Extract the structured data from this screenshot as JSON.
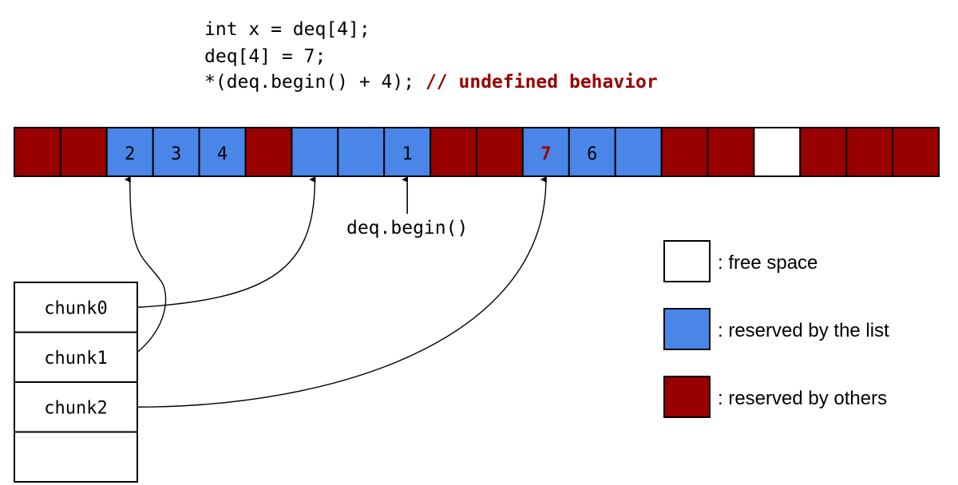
{
  "code": {
    "lines": [
      {
        "text": "int x = deq[4];"
      },
      {
        "text": "deq[4] = 7;"
      },
      {
        "text": "*(deq.begin() + 4); ",
        "comment": "// undefined behavior"
      }
    ]
  },
  "memory": {
    "cells": [
      {
        "kind": "others",
        "label": ""
      },
      {
        "kind": "others",
        "label": ""
      },
      {
        "kind": "list",
        "label": "2"
      },
      {
        "kind": "list",
        "label": "3"
      },
      {
        "kind": "list",
        "label": "4"
      },
      {
        "kind": "others",
        "label": ""
      },
      {
        "kind": "list",
        "label": ""
      },
      {
        "kind": "list",
        "label": ""
      },
      {
        "kind": "list",
        "label": "1"
      },
      {
        "kind": "others",
        "label": ""
      },
      {
        "kind": "others",
        "label": ""
      },
      {
        "kind": "list",
        "label": "7",
        "highlight": true
      },
      {
        "kind": "list",
        "label": "6"
      },
      {
        "kind": "list",
        "label": ""
      },
      {
        "kind": "others",
        "label": ""
      },
      {
        "kind": "others",
        "label": ""
      },
      {
        "kind": "free",
        "label": ""
      },
      {
        "kind": "others",
        "label": ""
      },
      {
        "kind": "others",
        "label": ""
      },
      {
        "kind": "others",
        "label": ""
      }
    ]
  },
  "pointer": {
    "label": "deq.begin()",
    "target_cell": 8
  },
  "chunks": [
    {
      "label": "chunk0",
      "target_cell": 6
    },
    {
      "label": "chunk1",
      "target_cell": 2
    },
    {
      "label": "chunk2",
      "target_cell": 11
    },
    {
      "label": ""
    }
  ],
  "legend": [
    {
      "kind": "free",
      "label": ": free space"
    },
    {
      "kind": "list",
      "label": ": reserved by the list"
    },
    {
      "kind": "others",
      "label": ": reserved by others"
    }
  ],
  "colors": {
    "free": "#ffffff",
    "list": "#4a86e8",
    "others": "#990000",
    "highlight_text": "#990000",
    "comment": "#990000",
    "stroke": "#000000",
    "text": "#000000"
  }
}
